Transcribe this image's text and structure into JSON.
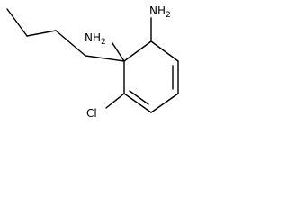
{
  "molecule": {
    "labels": {
      "nh2_top": "NH",
      "nh2_top_sub": "2",
      "nh2_left": "NH",
      "nh2_left_sub": "2",
      "cl": "Cl"
    },
    "colors": {
      "bond": "#000000",
      "text": "#000000",
      "background": "#ffffff"
    }
  }
}
